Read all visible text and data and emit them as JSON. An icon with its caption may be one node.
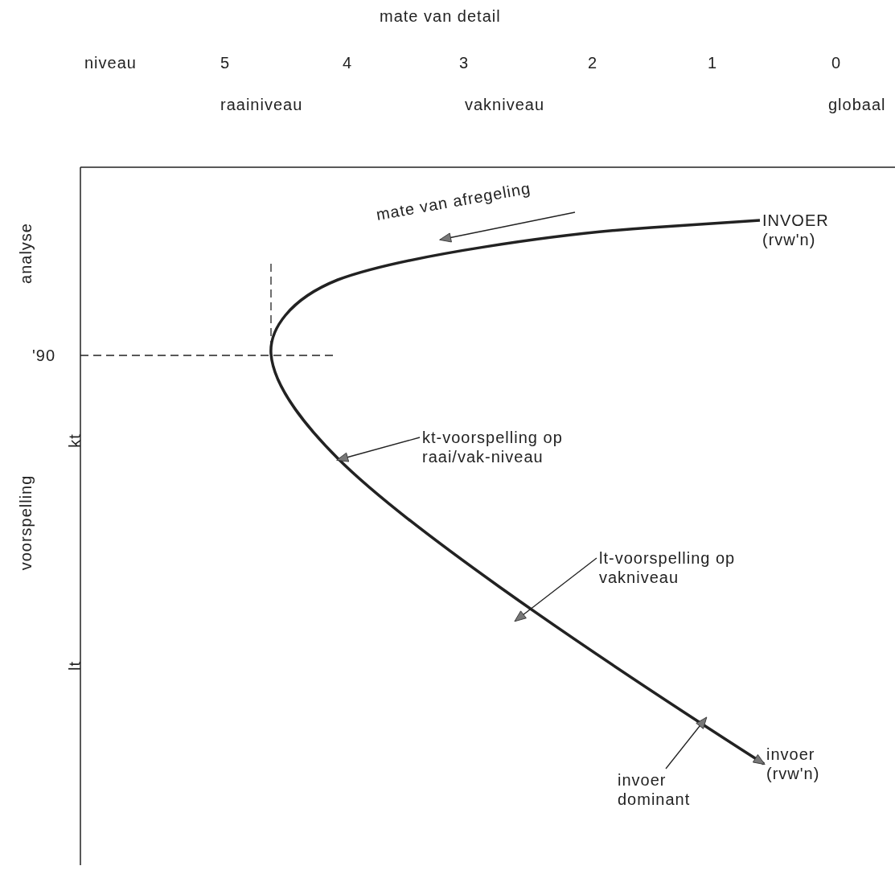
{
  "diagram": {
    "nodes": [
      {
        "text": [
          "INVOER (rvw'n)"
        ]
      },
      {
        "text": [
          "invoer (rvw'n)"
        ]
      },
      {
        "text": [
          "kt-voorspelling op raai/vak-niveau"
        ]
      },
      {
        "text": [
          "lt-voorspelling op vakniveau"
        ]
      },
      {
        "text": [
          "invoer dominant"
        ]
      }
    ],
    "edges": [
      {
        "from": 0,
        "to": 1,
        "arrow": "to",
        "style": "thick"
      },
      {
        "from": 2,
        "to": null,
        "arrow": "to"
      },
      {
        "from": 3,
        "to": null,
        "arrow": "to"
      },
      {
        "from": 4,
        "to": null,
        "arrow": "to"
      }
    ],
    "labels": [
      "mate van detail",
      "niveau",
      "5",
      "4",
      "3",
      "2",
      "1",
      "0",
      "raainiveau",
      "vakniveau",
      "globaal",
      "analyse",
      "mate van afregeling",
      "'90",
      "kt",
      "voorspelling",
      "lt"
    ]
  }
}
